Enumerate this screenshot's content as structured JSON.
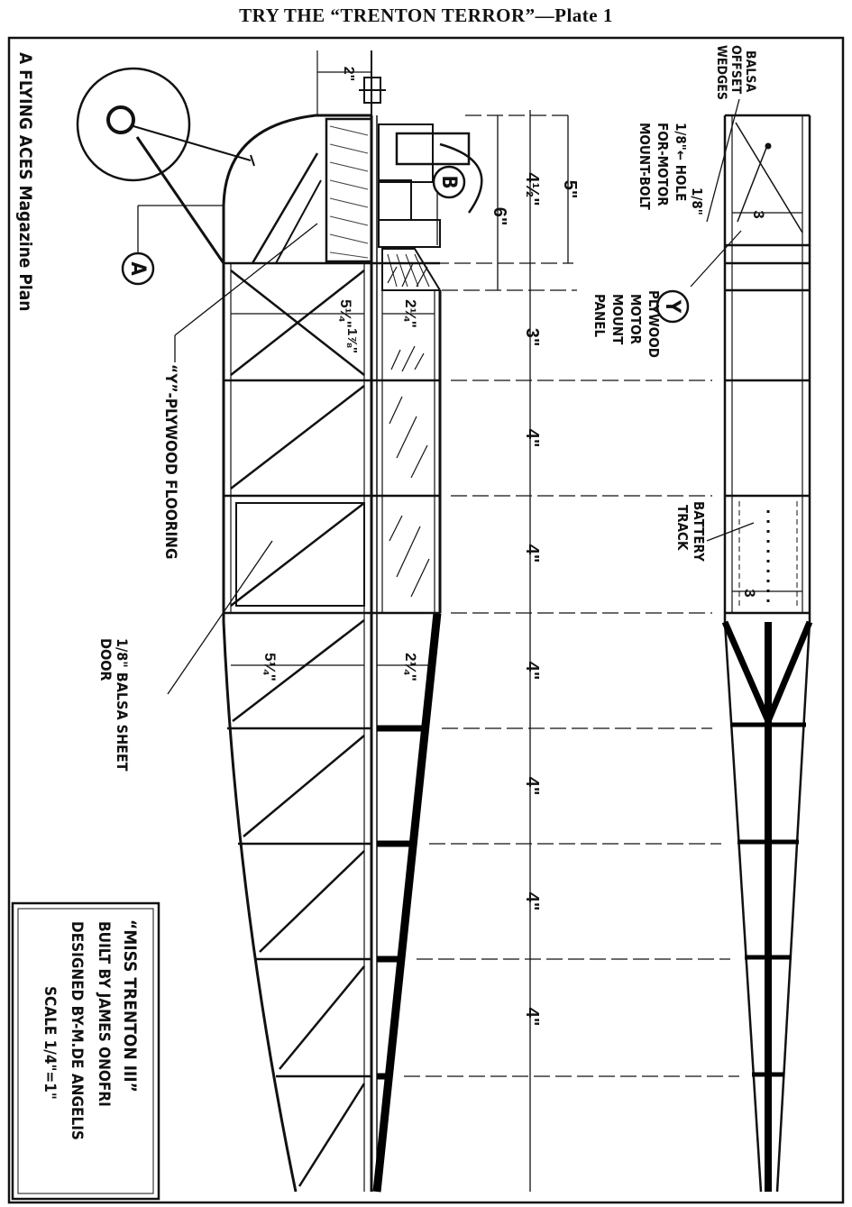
{
  "header": {
    "title": "TRY THE “TRENTON TERROR”—Plate 1"
  },
  "side_label": "A FLYING ACES Magazine Plan",
  "title_block": {
    "line1": "“MISS TRENTON III”",
    "line2": "BUILT BY  JAMES ONOFRI",
    "line3": "DESIGNED BY-M.DE ANGELIS",
    "line4": "SCALE  1/4\"=1\""
  },
  "callouts": {
    "a": "A",
    "b": "B",
    "y": "Y",
    "y_plywood_flooring": "“Y”-PLYWOOD FLOORING",
    "balsa_door_1": "1/8\" BALSA SHEET",
    "balsa_door_2": "DOOR",
    "plywood_panel_1": "PLYWOOD",
    "plywood_panel_2": "MOTOR",
    "plywood_panel_3": "MOUNT",
    "plywood_panel_4": "PANEL",
    "hole_1": "1/8\"",
    "hole_2": "1/8\"← HOLE",
    "hole_3": "FOR-MOTOR",
    "hole_4": "MOUNT-BOLT",
    "wedges_1": "BALSA",
    "wedges_2": "OFFSET",
    "wedges_3": "WEDGES",
    "battery_1": "BATTERY",
    "battery_2": "TRACK"
  },
  "dimensions": {
    "d_2": "2\"",
    "d_4half": "4½\"",
    "d_5": "5\"",
    "d_6": "6\"",
    "d_3": "3\"",
    "d_4a": "4\"",
    "d_4b": "4\"",
    "d_4c": "4\"",
    "d_4d": "4\"",
    "d_4e": "4\"",
    "d_4f": "4\"",
    "d_5q_top": "5¼\"",
    "d_2q_top": "2¼\"",
    "d_1_7_8": "1⅞\"",
    "d_5q_bot": "5¼\"",
    "d_2q_bot": "2¼\"",
    "d_3_top": "3",
    "d_3_bot": "3"
  }
}
